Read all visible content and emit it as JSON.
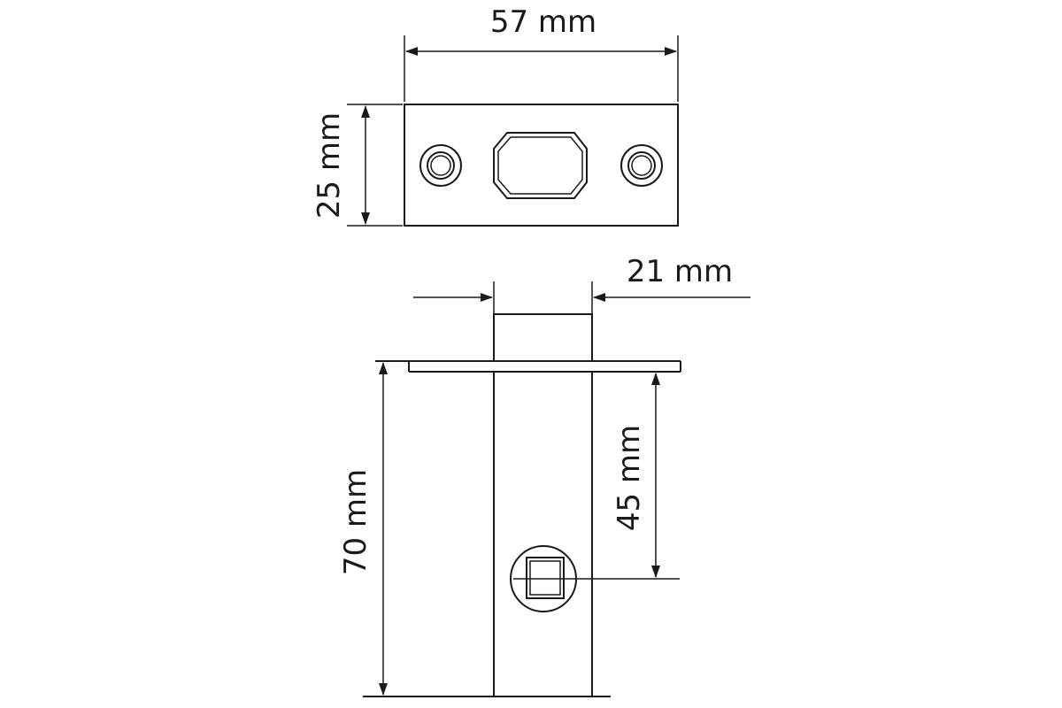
{
  "dimensions": {
    "strike_width": "57 mm",
    "strike_height": "25 mm",
    "body_thickness": "21 mm",
    "backset_to_spindle": "45 mm",
    "total_depth": "70 mm"
  }
}
